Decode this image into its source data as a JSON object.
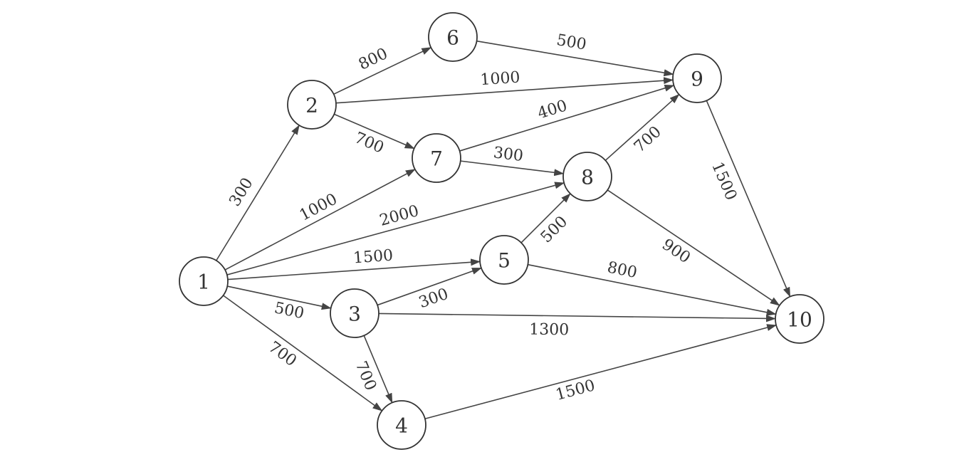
{
  "diagram": {
    "type": "directed-network",
    "colors": {
      "stroke": "#444444",
      "text": "#333333",
      "background": "#ffffff"
    },
    "nodes": [
      {
        "id": "1",
        "label": "1"
      },
      {
        "id": "2",
        "label": "2"
      },
      {
        "id": "3",
        "label": "3"
      },
      {
        "id": "4",
        "label": "4"
      },
      {
        "id": "5",
        "label": "5"
      },
      {
        "id": "6",
        "label": "6"
      },
      {
        "id": "7",
        "label": "7"
      },
      {
        "id": "8",
        "label": "8"
      },
      {
        "id": "9",
        "label": "9"
      },
      {
        "id": "10",
        "label": "10"
      }
    ],
    "edges": [
      {
        "from": "1",
        "to": "2",
        "weight": "300"
      },
      {
        "from": "1",
        "to": "7",
        "weight": "1000"
      },
      {
        "from": "1",
        "to": "8",
        "weight": "2000"
      },
      {
        "from": "1",
        "to": "5",
        "weight": "1500"
      },
      {
        "from": "1",
        "to": "3",
        "weight": "500"
      },
      {
        "from": "1",
        "to": "4",
        "weight": "700"
      },
      {
        "from": "2",
        "to": "6",
        "weight": "800"
      },
      {
        "from": "2",
        "to": "9",
        "weight": "1000"
      },
      {
        "from": "2",
        "to": "7",
        "weight": "700"
      },
      {
        "from": "6",
        "to": "9",
        "weight": "500"
      },
      {
        "from": "7",
        "to": "9",
        "weight": "400"
      },
      {
        "from": "7",
        "to": "8",
        "weight": "300"
      },
      {
        "from": "8",
        "to": "9",
        "weight": "700"
      },
      {
        "from": "8",
        "to": "10",
        "weight": "900"
      },
      {
        "from": "9",
        "to": "10",
        "weight": "1500"
      },
      {
        "from": "5",
        "to": "8",
        "weight": "500"
      },
      {
        "from": "5",
        "to": "10",
        "weight": "800"
      },
      {
        "from": "3",
        "to": "5",
        "weight": "300"
      },
      {
        "from": "3",
        "to": "10",
        "weight": "1300"
      },
      {
        "from": "3",
        "to": "4",
        "weight": "700"
      },
      {
        "from": "4",
        "to": "10",
        "weight": "1500"
      }
    ]
  }
}
